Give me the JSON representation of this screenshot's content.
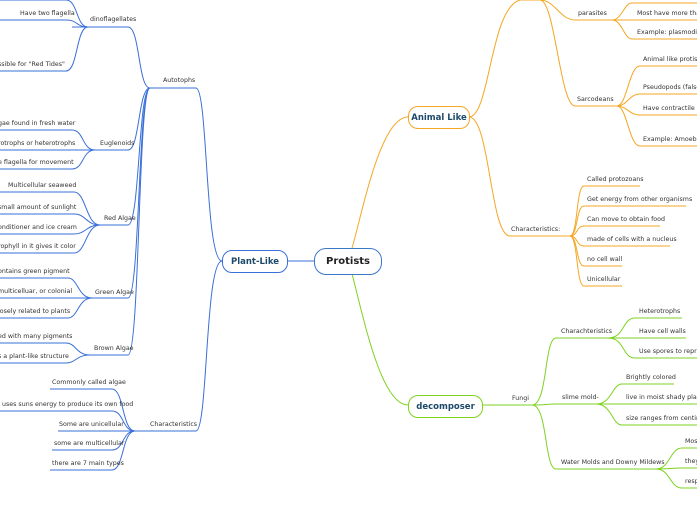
{
  "central": "Protists",
  "colors": {
    "plant": "#3a6fd8",
    "animal": "#f5a623",
    "decomposer": "#7ed321",
    "center_border": "#3a78c8"
  },
  "plant_like": {
    "label": "Plant-Like",
    "autotrophs": {
      "label": "Autotophs",
      "dinoflagellates": {
        "label": "dinoflagellates",
        "items": [
          "Have two flagella",
          "ssible for \"Red Tides\""
        ]
      },
      "euglenoids": {
        "label": "Euglenoids",
        "items": [
          "gae found in fresh water",
          "rotrophs or heterotrophs",
          "e flagella for movement"
        ]
      },
      "red_algae": {
        "label": "Red Algae",
        "items": [
          "Multicellular seaweed",
          "small amount of sunlight",
          "onditioner and ice cream",
          "rophyll in it gives it color"
        ]
      },
      "green_algae": {
        "label": "Green Algae",
        "items": [
          "ontains green pigment",
          "multicelluar, or colonial",
          "losely related to plants"
        ]
      },
      "brown_algae": {
        "label": "Brown Algae",
        "items": [
          "ed with many pigments",
          "s a plant-like structure"
        ]
      }
    },
    "characteristics": {
      "label": "Characteristics",
      "items": [
        "Commonly called algae",
        "uses suns energy to produce its own food",
        "Some are unicellular",
        "some are multicellular",
        "there are 7 main types"
      ]
    }
  },
  "animal_like": {
    "label": "Animal Like",
    "parasites": {
      "label": "parasites",
      "items": [
        "Most have more than",
        "Example: plasmodium"
      ]
    },
    "sarcodeans": {
      "label": "Sarcodeans",
      "items": [
        "Animal like protist t",
        "Pseudopods (false",
        "Have contractile va",
        "Example: Amoeba l"
      ]
    },
    "characteristics": {
      "label": "Characteristics:",
      "items": [
        "Called protozoans",
        "Get energy from other organisms",
        "Can move to obtain food",
        "made of cells with a nucleus",
        "no cell wall",
        "Unicellular"
      ]
    }
  },
  "decomposer": {
    "label": "decomposer",
    "fungi": {
      "label": "Fungi",
      "characteristics": {
        "label": "Charachteristics",
        "items": [
          "Heterotrophs",
          "Have cell walls",
          "Use spores to reprod"
        ]
      },
      "slime_molds": {
        "label": "slime mold-",
        "items": [
          "Brightly colored",
          "live in moist shady places",
          "size ranges from centime"
        ]
      },
      "water_molds": {
        "label": "Water Molds and Downy Mildews",
        "items": [
          "Mos",
          "they",
          "resp"
        ]
      }
    }
  }
}
